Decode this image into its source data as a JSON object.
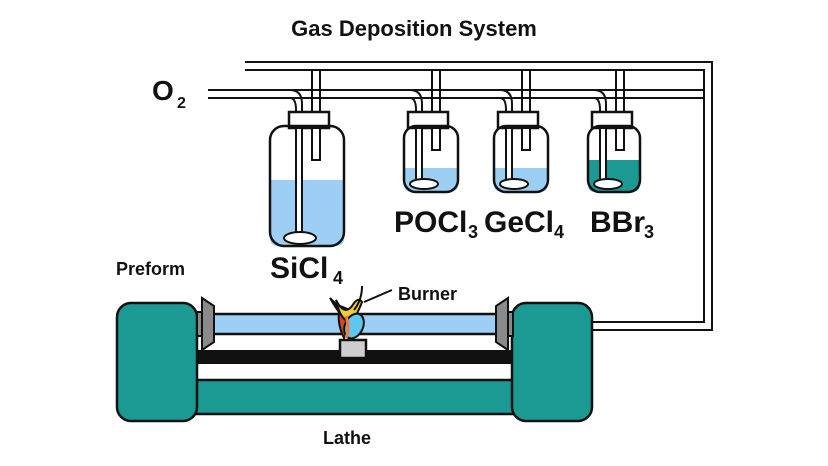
{
  "title": "Gas Deposition System",
  "labels": {
    "oxygen": "O",
    "oxygen_sub": "2",
    "preform": "Preform",
    "burner": "Burner",
    "lathe": "Lathe"
  },
  "bottles": [
    {
      "name": "SiCl",
      "sub": "4"
    },
    {
      "name": "POCl",
      "sub": "3"
    },
    {
      "name": "GeCl",
      "sub": "4"
    },
    {
      "name": "BBr",
      "sub": "3"
    }
  ],
  "colors": {
    "lathe": "#1a9a93",
    "liquid_blue": "#9dcff5",
    "liquid_teal": "#1a9a93",
    "preform_tube": "#9dcff5",
    "clamp": "#8a8a8a",
    "flame_yellow": "#f2cc3a",
    "flame_orange": "#f07b3a",
    "flame_red": "#d9452b",
    "flame_blue": "#5fc6f0"
  }
}
